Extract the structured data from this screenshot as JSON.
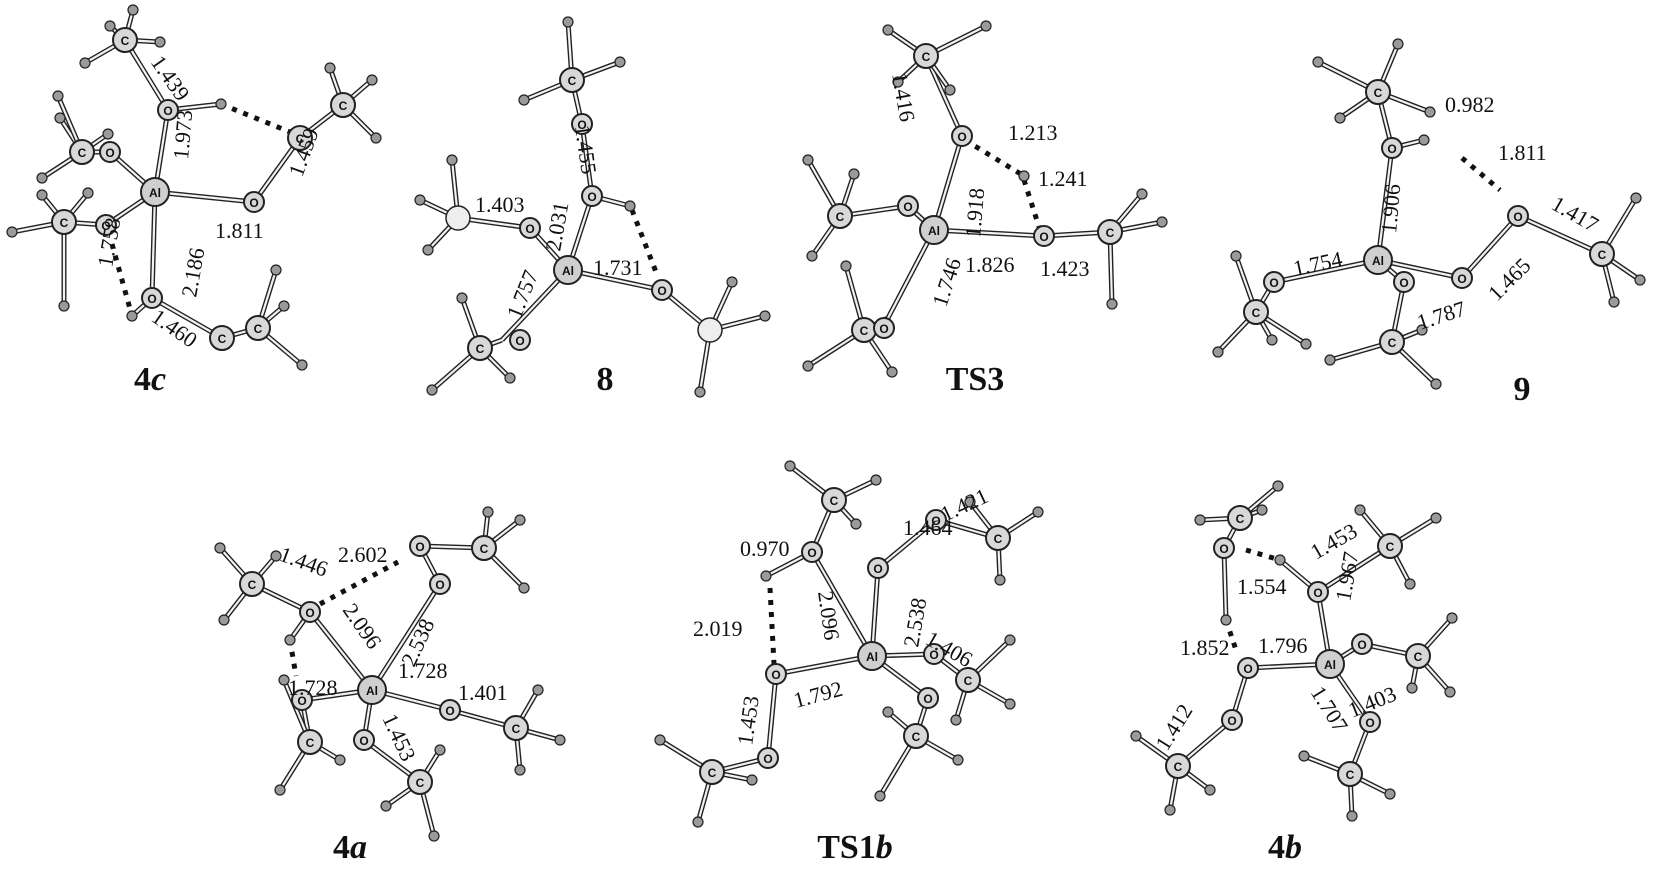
{
  "figure": {
    "atom_symbols": {
      "aluminum": "Al",
      "oxygen": "O",
      "carbon": "C"
    },
    "structures": [
      {
        "id": "4c",
        "label_main": "4",
        "label_italic": "c",
        "distances": [
          "1.439",
          "1.973",
          "1.459",
          "1.758",
          "2.186",
          "1.811",
          "1.460"
        ]
      },
      {
        "id": "8",
        "label_main": "8",
        "label_italic": "",
        "distances": [
          "1.455",
          "1.403",
          "2.031",
          "1.757",
          "1.731"
        ]
      },
      {
        "id": "TS3",
        "label_main": "TS3",
        "label_italic": "",
        "distances": [
          "1.416",
          "1.213",
          "1.241",
          "1.918",
          "1.746",
          "1.826",
          "1.423"
        ]
      },
      {
        "id": "9",
        "label_main": "9",
        "label_italic": "",
        "distances": [
          "0.982",
          "1.811",
          "1.906",
          "1.417",
          "1.754",
          "1.465",
          "1.787"
        ]
      },
      {
        "id": "4a",
        "label_main": "4",
        "label_italic": "a",
        "distances": [
          "2.602",
          "1.446",
          "2.096",
          "2.538",
          "1.728",
          "1.728",
          "1.401",
          "1.453"
        ]
      },
      {
        "id": "TS1b",
        "label_main": "TS1",
        "label_italic": "b",
        "distances": [
          "1.464",
          "1.421",
          "0.970",
          "2.538",
          "2.096",
          "2.019",
          "1.406",
          "1.453",
          "1.792"
        ]
      },
      {
        "id": "4b",
        "label_main": "4",
        "label_italic": "b",
        "distances": [
          "1.453",
          "1.554",
          "1.967",
          "1.852",
          "1.796",
          "1.403",
          "1.412",
          "1.707"
        ]
      }
    ]
  }
}
